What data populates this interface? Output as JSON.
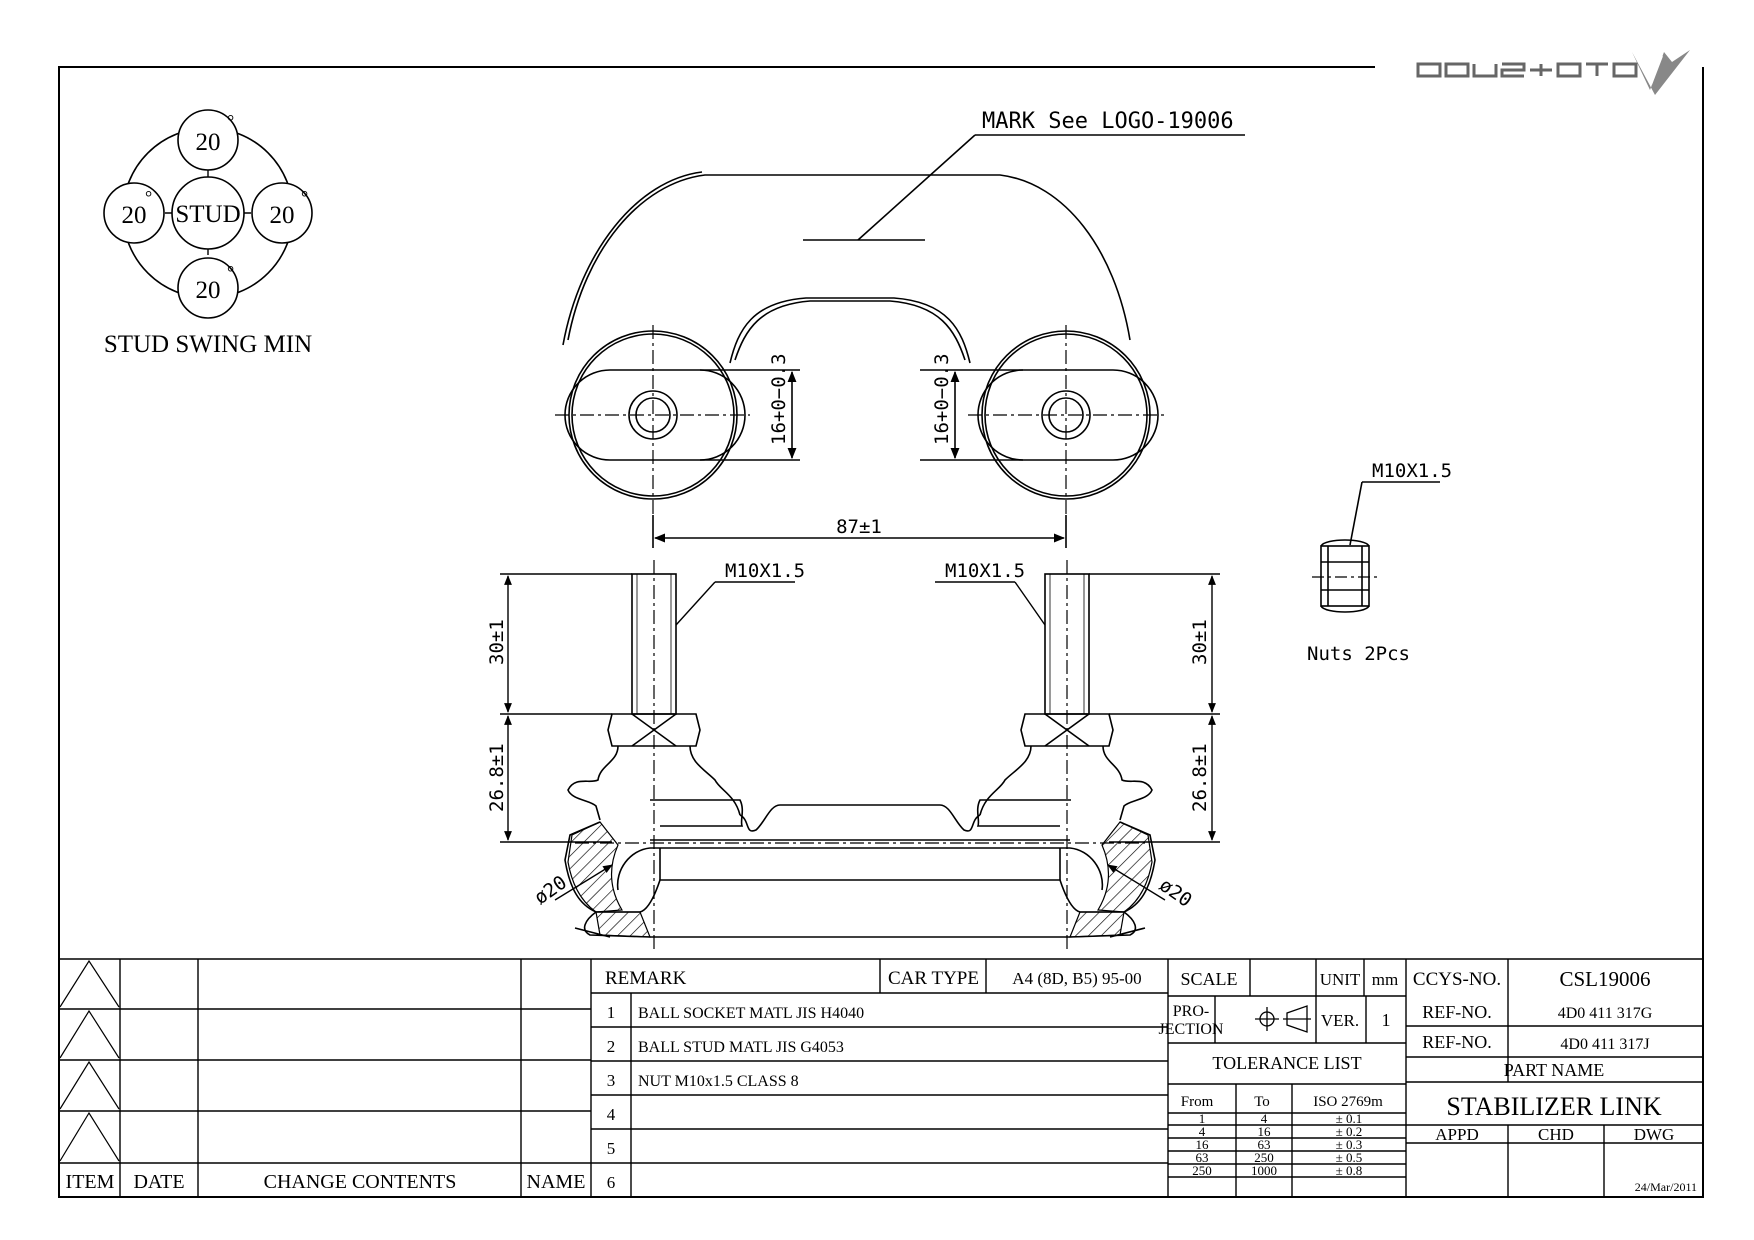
{
  "brand": {
    "logo_text": "CCYS+CTC"
  },
  "swing": {
    "top": "20",
    "left": "20",
    "right": "20",
    "bottom": "20",
    "degree": "°",
    "center": "STUD",
    "caption": "STUD SWING MIN"
  },
  "drawing": {
    "mark_note": "MARK See LOGO-19006",
    "dim_width_left": "16+0−0.3",
    "dim_width_right": "16+0−0.3",
    "dim_center": "87±1",
    "thread_left": "M10X1.5",
    "thread_right": "M10X1.5",
    "dim_thread_left": "30±1",
    "dim_thread_right": "30±1",
    "dim_height_left": "26.8±1",
    "dim_height_right": "26.8±1",
    "dia_left": "ø20",
    "dia_right": "ø20",
    "nut_thread": "M10X1.5",
    "nut_note": "Nuts 2Pcs"
  },
  "revision": {
    "col_item": "ITEM",
    "col_date": "DATE",
    "col_change": "CHANGE CONTENTS",
    "col_name": "NAME"
  },
  "remarks": {
    "header": "REMARK",
    "car_type_label": "CAR TYPE",
    "car_type_value": "A4 (8D, B5) 95-00",
    "rows": [
      {
        "no": "1",
        "text": "BALL SOCKET  MATL JIS H4040"
      },
      {
        "no": "2",
        "text": "BALL STUD  MATL JIS G4053"
      },
      {
        "no": "3",
        "text": "NUT M10x1.5 CLASS 8"
      },
      {
        "no": "4",
        "text": ""
      },
      {
        "no": "5",
        "text": ""
      },
      {
        "no": "6",
        "text": ""
      }
    ]
  },
  "info": {
    "scale_label": "SCALE",
    "unit_label": "UNIT",
    "unit_value": "mm",
    "projection_label_1": "PRO-",
    "projection_label_2": "JECTION",
    "ver_label": "VER.",
    "ver_value": "1",
    "tolerance_title": "TOLERANCE LIST",
    "tolerance_header": [
      "From",
      "To",
      "ISO 2769m"
    ],
    "tolerance_rows": [
      [
        "1",
        "4",
        "± 0.1"
      ],
      [
        "4",
        "16",
        "± 0.2"
      ],
      [
        "16",
        "63",
        "± 0.3"
      ],
      [
        "63",
        "250",
        "± 0.5"
      ],
      [
        "250",
        "1000",
        "± 0.8"
      ]
    ],
    "ccys_label": "CCYS-NO.",
    "ccys_value": "CSL19006",
    "ref1_label": "REF-NO.",
    "ref1_value": "4D0 411 317G",
    "ref2_label": "REF-NO.",
    "ref2_value": "4D0 411 317J",
    "part_name_label": "PART NAME",
    "part_name_value": "STABILIZER LINK",
    "appd_label": "APPD",
    "chd_label": "CHD",
    "dwg_label": "DWG",
    "date_value": "24/Mar/2011"
  }
}
